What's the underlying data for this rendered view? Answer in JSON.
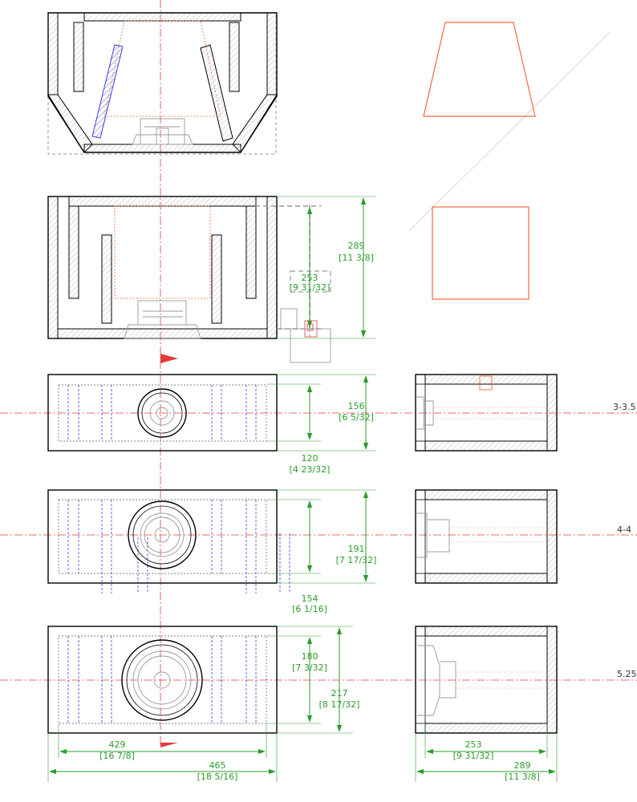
{
  "dimensions": {
    "top_height": {
      "mm": "289",
      "in": "[11 3/8]"
    },
    "top_inner": {
      "mm": "253",
      "in": "[9 31/32]"
    },
    "row1_height": {
      "mm": "156",
      "in": "[6 5/32]"
    },
    "row1_inner": {
      "mm": "120",
      "in": "[4 23/32]"
    },
    "row2_height": {
      "mm": "191",
      "in": "[7 17/32]"
    },
    "row2_inner": {
      "mm": "154",
      "in": "[6 1/16]"
    },
    "row3_inner": {
      "mm": "180",
      "in": "[7 3/32]"
    },
    "row3_height": {
      "mm": "217",
      "in": "[8 17/32]"
    },
    "width_inner": {
      "mm": "429",
      "in": "[16 7/8]"
    },
    "width_outer": {
      "mm": "465",
      "in": "[18 5/16]"
    },
    "depth_inner": {
      "mm": "253",
      "in": "[9 31/32]"
    },
    "depth_outer": {
      "mm": "289",
      "in": "[11 3/8]"
    }
  },
  "driver_labels": {
    "row1": "3-3.5",
    "row2": "4-4",
    "row3": "5.25"
  }
}
